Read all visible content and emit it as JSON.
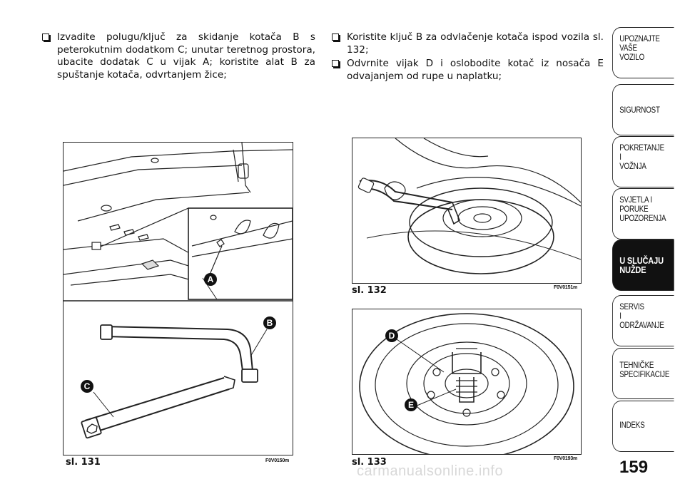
{
  "left_bullets": [
    "Izvadite polugu/ključ za skidanje kotača B s peterokutnim dodatkom C; unutar teretnog prostora, ubacite dodatak C u vijak A; koristite alat B za spuštanje kotača, odvrtanjem žice;"
  ],
  "right_bullets": [
    "Koristite ključ B za odvlačenje kotača ispod vozila sl. 132;",
    "Odvrnite vijak D i oslobodite kotač iz nosača E odvajanjem od rupe u naplatku;"
  ],
  "figures": {
    "fig131": {
      "caption": "sl. 131",
      "code": "F0V0150m",
      "labels": [
        "A",
        "B",
        "C"
      ]
    },
    "fig132": {
      "caption": "sl. 132",
      "code": "F0V0151m"
    },
    "fig133": {
      "caption": "sl. 133",
      "code": "F0V0193m",
      "labels": [
        "D",
        "E"
      ]
    }
  },
  "sidebar": [
    {
      "label": "UPOZNAJTE\nVAŠE\nVOZILO",
      "active": false
    },
    {
      "label": "SIGURNOST",
      "active": false
    },
    {
      "label": "POKRETANJE\nI\nVOŽNJA",
      "active": false
    },
    {
      "label": "SVJETLA I\nPORUKE\nUPOZORENJA",
      "active": false
    },
    {
      "label": "U SLUČAJU\nNUŽDE",
      "active": true
    },
    {
      "label": "SERVIS\nI\nODRŽAVANJE",
      "active": false
    },
    {
      "label": "TEHNIČKE\nSPECIFIKACIJE",
      "active": false
    },
    {
      "label": "INDEKS",
      "active": false
    }
  ],
  "page_number": "159",
  "watermark": "carmanualsonline.info"
}
